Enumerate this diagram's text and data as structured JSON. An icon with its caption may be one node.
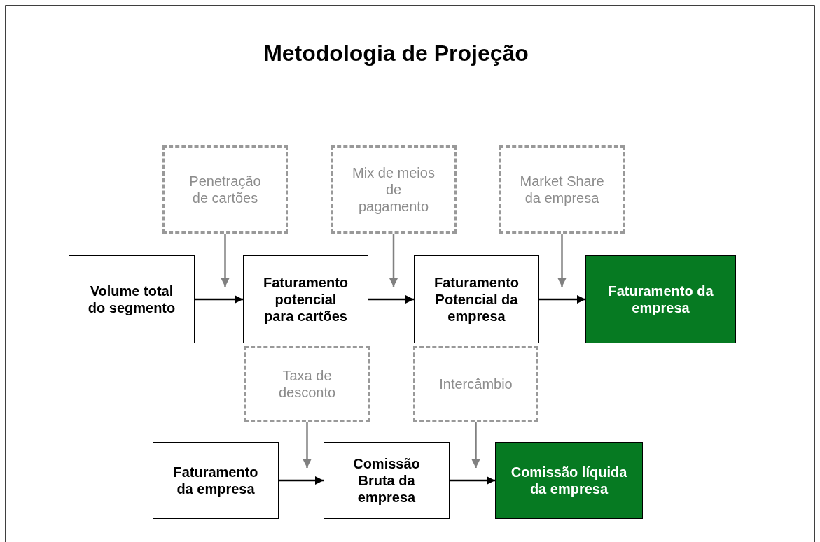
{
  "diagram": {
    "title": "Metodologia de Projeção",
    "nodes": [
      {
        "text": [
          "Penetração de cartões"
        ]
      },
      {
        "text": [
          "Mix de meios de pagamento"
        ]
      },
      {
        "text": [
          "Market Share da empresa"
        ]
      },
      {
        "text": [
          "Volume total do segmento"
        ]
      },
      {
        "text": [
          "Faturamento potencial para cartões"
        ]
      },
      {
        "text": [
          "Faturamento Potencial da empresa"
        ]
      },
      {
        "text": [
          "Faturamento da empresa"
        ]
      },
      {
        "text": [
          "Taxa de desconto"
        ]
      },
      {
        "text": [
          "Intercâmbio"
        ]
      },
      {
        "text": [
          "Faturamento da empresa"
        ]
      },
      {
        "text": [
          "Comissão Bruta da empresa"
        ]
      },
      {
        "text": [
          "Comissão líquida da empresa"
        ]
      }
    ],
    "edges": [
      {
        "from": 3,
        "to": 4,
        "arrow": "to"
      },
      {
        "from": 4,
        "to": 5,
        "arrow": "to"
      },
      {
        "from": 5,
        "to": 6,
        "arrow": "to"
      },
      {
        "from": 0,
        "to": 4,
        "arrow": "to",
        "color": "#808080"
      },
      {
        "from": 1,
        "to": 5,
        "arrow": "to",
        "color": "#808080"
      },
      {
        "from": 2,
        "to": 6,
        "arrow": "to",
        "color": "#808080"
      },
      {
        "from": 9,
        "to": 10,
        "arrow": "to"
      },
      {
        "from": 10,
        "to": 11,
        "arrow": "to"
      },
      {
        "from": 7,
        "to": 10,
        "arrow": "to",
        "color": "#808080"
      },
      {
        "from": 8,
        "to": 11,
        "arrow": "to",
        "color": "#808080"
      }
    ]
  }
}
